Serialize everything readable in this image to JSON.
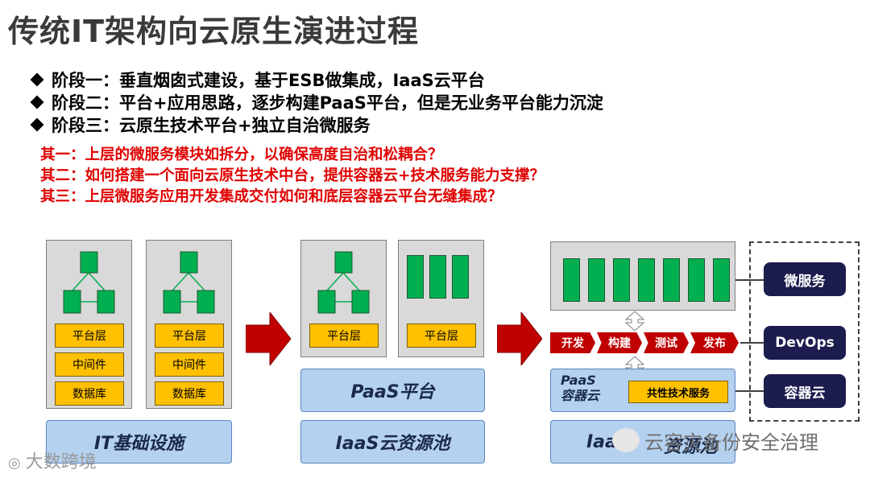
{
  "title": "传统IT架构向云原生演进过程",
  "stages": [
    "阶段一：垂直烟囱式建设，基于ESB做集成，IaaS云平台",
    "阶段二：平台+应用思路，逐步构建PaaS平台，但是无业务平台能力沉淀",
    "阶段三：云原生技术平台+独立自治微服务"
  ],
  "questions": [
    "其一：上层的微服务模块如拆分，以确保高度自治和松耦合？",
    "其二：如何搭建一个面向云原生技术中台，提供容器云+技术服务能力支撑？",
    "其三：上层微服务应用开发集成交付如何和底层容器云平台无缝集成？"
  ],
  "diagram1": {
    "layers": [
      "平台层",
      "中间件",
      "数据库"
    ],
    "base": "IT基础设施"
  },
  "diagram2": {
    "layer": "平台层",
    "paas": "PaaS平台",
    "iaas": "IaaS云资源池"
  },
  "diagram3": {
    "pipeline": [
      "开发",
      "构建",
      "测试",
      "发布"
    ],
    "container_cloud": [
      "PaaS",
      "容器云"
    ],
    "common_service": "共性技术服务",
    "iaas_partial": "Iaa",
    "iaas_partial_tail": "资源池"
  },
  "side_labels": [
    "微服务",
    "DevOps",
    "容器云"
  ],
  "watermarks": {
    "left": "大数跨境",
    "right": "云容灾备份安全治理"
  },
  "colors": {
    "green": "#00b050",
    "yellow": "#ffc000",
    "blue": "#b4d1f0",
    "red": "#c00000",
    "navy": "#1c1c4e",
    "question_red": "#e00000"
  }
}
